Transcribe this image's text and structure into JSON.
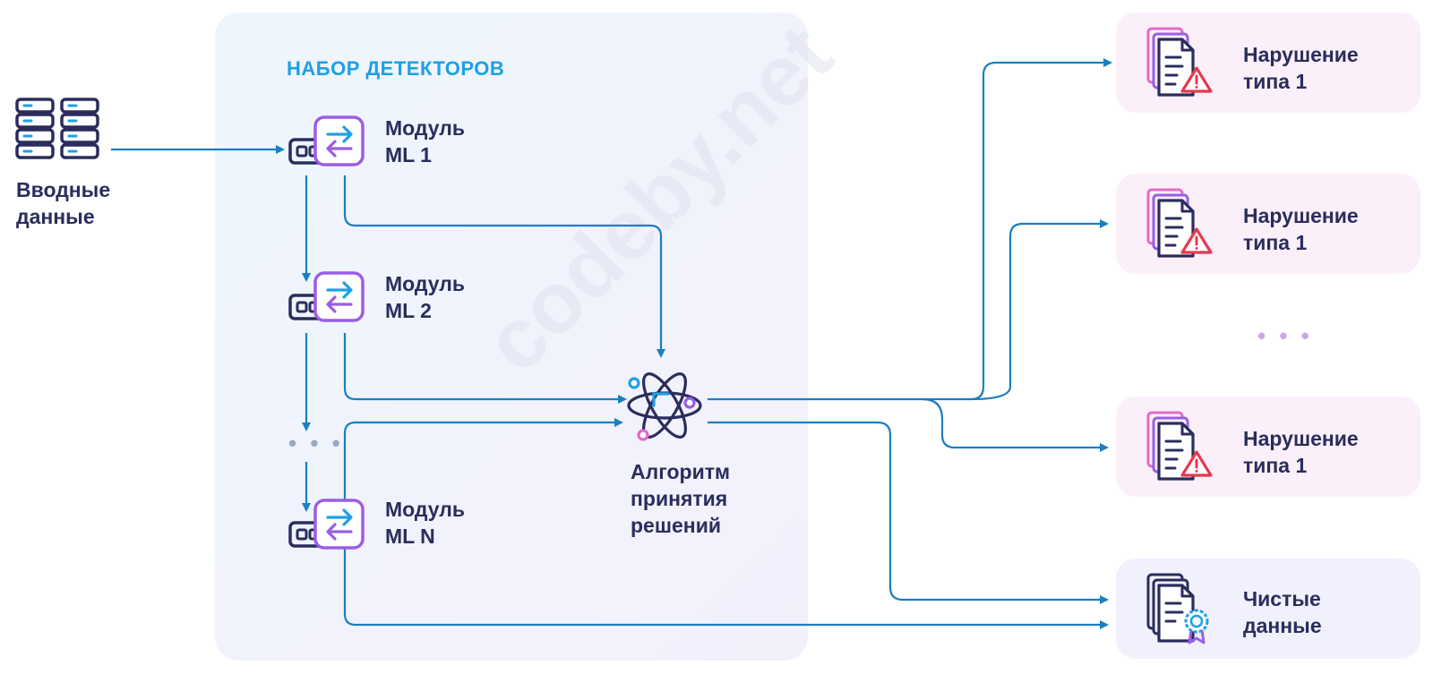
{
  "panel": {
    "title": "НАБОР ДЕТЕКТОРОВ"
  },
  "input": {
    "label_line1": "Вводные",
    "label_line2": "данные",
    "icon": "server-icon"
  },
  "modules": [
    {
      "line1": "Модуль",
      "line2": "ML 1",
      "icon": "ml-module-icon"
    },
    {
      "line1": "Модуль",
      "line2": "ML 2",
      "icon": "ml-module-icon"
    },
    {
      "line1": "Модуль",
      "line2": "ML N",
      "icon": "ml-module-icon"
    }
  ],
  "module_dots": "• • •",
  "algorithm": {
    "line1": "Алгоритм",
    "line2": "принятия",
    "line3": "решений",
    "icon": "atom-icon"
  },
  "outputs": [
    {
      "line1": "Нарушение",
      "line2": "типа 1",
      "icon": "document-warning-icon"
    },
    {
      "line1": "Нарушение",
      "line2": "типа 1",
      "icon": "document-warning-icon"
    },
    {
      "line1": "Нарушение",
      "line2": "типа 1",
      "icon": "document-warning-icon"
    },
    {
      "line1": "Чистые",
      "line2": "данные",
      "icon": "document-certificate-icon"
    }
  ],
  "output_dots": "• • •",
  "watermark": "codeby.net",
  "colors": {
    "arrow": "#1a7fc1",
    "accent": "#1ea0e6",
    "text": "#2a2d5c",
    "warning": "#e8384f",
    "violet": "#9b5de5",
    "pink": "#e36ac9"
  }
}
